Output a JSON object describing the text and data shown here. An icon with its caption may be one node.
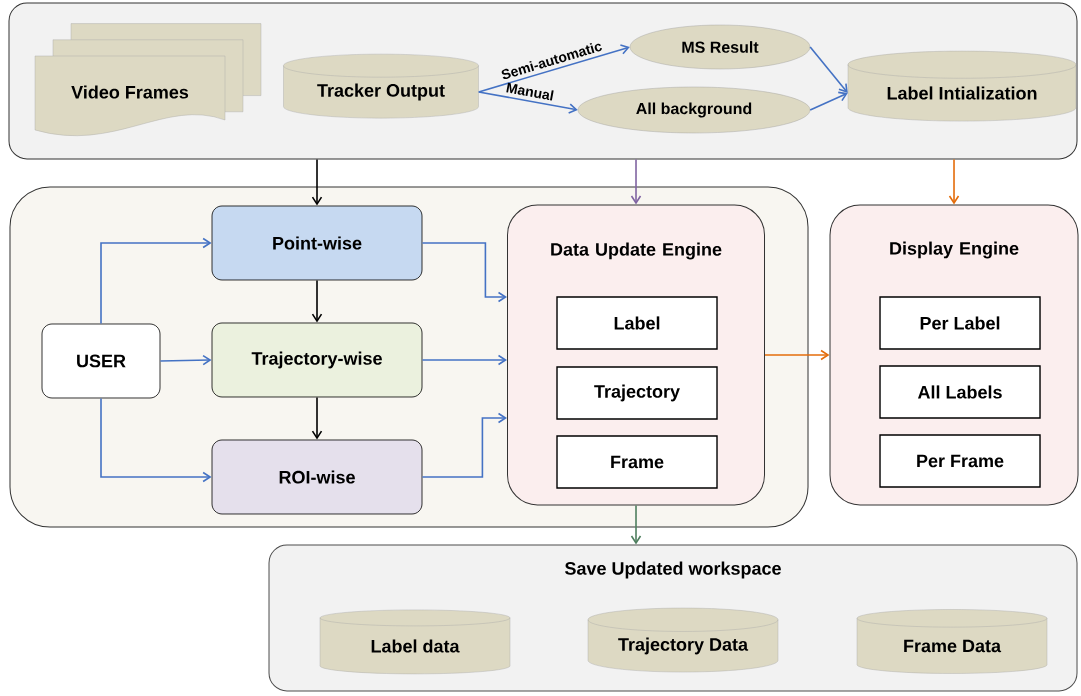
{
  "diagram": {
    "nodes": [
      {
        "text": [],
        "shape": "box"
      },
      {
        "text": [
          "Video Frames"
        ],
        "in": 0
      },
      {
        "text": [
          "Tracker Output"
        ],
        "in": 0
      },
      {
        "text": [
          "MS Result"
        ],
        "in": 0
      },
      {
        "text": [
          "All background"
        ],
        "in": 0
      },
      {
        "text": [
          "Label Intialization"
        ],
        "in": 0
      },
      {
        "text": [],
        "shape": "box"
      },
      {
        "text": [
          "USER"
        ],
        "in": 6
      },
      {
        "text": [
          "Point-wise"
        ],
        "in": 6
      },
      {
        "text": [
          "Trajectory-wise"
        ],
        "in": 6
      },
      {
        "text": [
          "ROI-wise"
        ],
        "in": 6
      },
      {
        "text": [
          "Data Update Engine"
        ],
        "in": 6
      },
      {
        "text": [
          "Label"
        ],
        "in": 11
      },
      {
        "text": [
          "Trajectory"
        ],
        "in": 11
      },
      {
        "text": [
          "Frame"
        ],
        "in": 11
      },
      {
        "text": [
          "Display Engine"
        ]
      },
      {
        "text": [
          "Per Label"
        ],
        "in": 15
      },
      {
        "text": [
          "All Labels"
        ],
        "in": 15
      },
      {
        "text": [
          "Per Frame"
        ],
        "in": 15
      },
      {
        "text": [
          "Save Updated workspace"
        ]
      },
      {
        "text": [
          "Label data"
        ],
        "in": 19
      },
      {
        "text": [
          "Trajectory Data"
        ],
        "in": 19
      },
      {
        "text": [
          "Frame Data"
        ],
        "in": 19
      }
    ],
    "edges": [
      {
        "from": 2,
        "to": 3,
        "arrow": "to",
        "label": "Semi-automatic"
      },
      {
        "from": 2,
        "to": 4,
        "arrow": "to",
        "label": "Manual"
      },
      {
        "from": 3,
        "to": 5,
        "arrow": "to"
      },
      {
        "from": 4,
        "to": 5,
        "arrow": "to"
      },
      {
        "from": 0,
        "to": 8,
        "arrow": "to",
        "color": "#000000"
      },
      {
        "from": 0,
        "to": 11,
        "arrow": "to",
        "color": "#8064a2"
      },
      {
        "from": 0,
        "to": 15,
        "arrow": "to",
        "color": "#e46c0a"
      },
      {
        "from": 7,
        "to": 8,
        "arrow": "to"
      },
      {
        "from": 7,
        "to": 9,
        "arrow": "to"
      },
      {
        "from": 7,
        "to": 10,
        "arrow": "to"
      },
      {
        "from": 8,
        "to": 9,
        "arrow": "to",
        "color": "#000000"
      },
      {
        "from": 9,
        "to": 10,
        "arrow": "to",
        "color": "#000000"
      },
      {
        "from": 8,
        "to": 11,
        "arrow": "to"
      },
      {
        "from": 9,
        "to": 11,
        "arrow": "to"
      },
      {
        "from": 10,
        "to": 11,
        "arrow": "to"
      },
      {
        "from": 11,
        "to": 15,
        "arrow": "to",
        "color": "#e46c0a"
      },
      {
        "from": 11,
        "to": 19,
        "arrow": "to",
        "color": "#4f7f5f"
      }
    ]
  }
}
